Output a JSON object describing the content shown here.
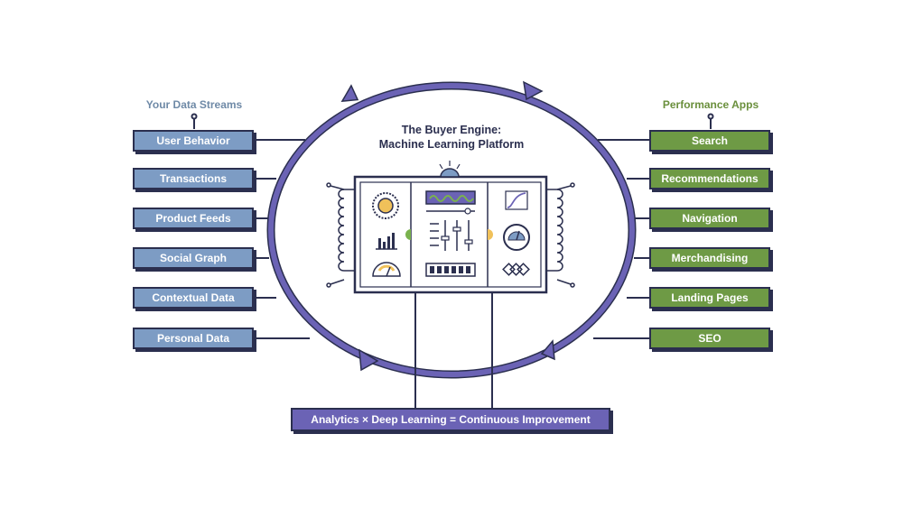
{
  "left_header": "Your Data Streams",
  "right_header": "Performance Apps",
  "title_line1": "The Buyer Engine:",
  "title_line2": "Machine Learning Platform",
  "data_streams": [
    "User Behavior",
    "Transactions",
    "Product Feeds",
    "Social Graph",
    "Contextual Data",
    "Personal Data"
  ],
  "performance_apps": [
    "Search",
    "Recommendations",
    "Navigation",
    "Merchandising",
    "Landing Pages",
    "SEO"
  ],
  "bottom_label": "Analytics × Deep Learning = Continuous Improvement",
  "colors": {
    "streams_fill": "#7d9cc4",
    "apps_fill": "#6e9a45",
    "loop": "#6b63b5",
    "outline": "#2b2f4f",
    "accent_yellow": "#f0c15a",
    "accent_green": "#7ab24e"
  }
}
